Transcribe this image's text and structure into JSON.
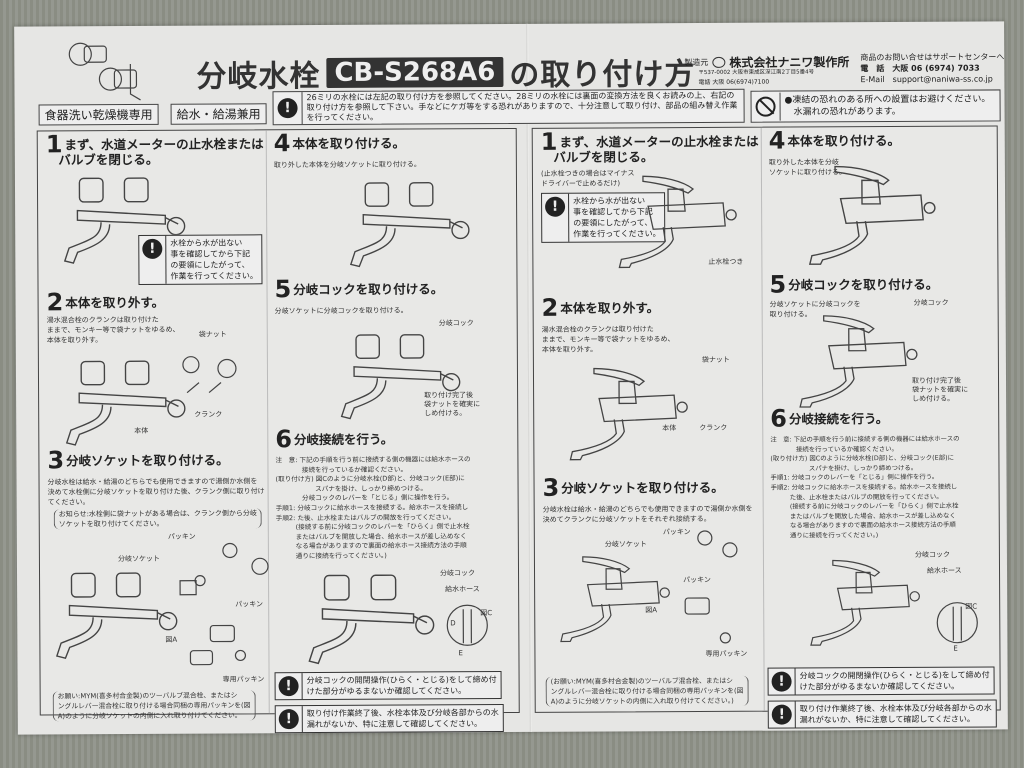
{
  "header": {
    "title": "分岐水栓",
    "model": "CB-S268A6",
    "title_suffix": "の取り付け方",
    "tags": [
      "食器洗い乾燥機専用",
      "給水・給湯兼用"
    ],
    "maker_label": "製造元",
    "maker": "株式会社ナニワ製作所",
    "maker_address": "〒537-0002 大阪市東成区深江南2丁目5番4号",
    "maker_fax": "電話 大阪 06(6974)7100",
    "support_title": "商品のお問い合せはサポートセンターへ",
    "support_phone": "電　話　大阪 06 (6974) 7033",
    "support_email": "E-Mail　support@naniwa-ss.co.jp",
    "notice": "26ミリの水栓には左記の取り付け方を参照してください。28ミリの水栓には裏面の変換方法を良くお読みの上、右記の取り付け方を参照して下さい。手などにケガ等をする恐れがありますので、十分注意して取り付け、部品の組み替え作業を行ってください。",
    "freeze_warning": "●凍結の恐れのある所への設置はお避けください。\n　水漏れの恐れがあります。"
  },
  "left": {
    "s1": {
      "n": "1",
      "t": "まず、水道メーターの止水栓または\n　バルブを閉じる。",
      "warn": "水栓から水が出ない\n事を確認してから下記\nの要領にしたがって、\n作業を行ってください。"
    },
    "s2": {
      "n": "2",
      "t": "本体を取り外す。",
      "b": "湯水混合栓のクランクは取り付けた\nままで、モンキー等で袋ナットをゆるめ、\n本体を取り外す。",
      "l1": "袋ナット",
      "l2": "本体",
      "l3": "クランク"
    },
    "s3": {
      "n": "3",
      "t": "分岐ソケットを取り付ける。",
      "b": "分岐水栓は給水・給湯のどちらでも使用できますので湯側か水側を\n決めて水栓側に分岐ソケットを取り付けた後、クランク側に取り付け\nてください。",
      "info": "お知らせ:水栓側に袋ナットがある場合は、クランク側から分岐\nソケットを取り付けてください。",
      "l1": "パッキン",
      "l2": "分岐ソケット",
      "l3": "パッキン",
      "l4": "図A",
      "l5": "専用パッキン"
    },
    "note": "お願い:MYM(喜多村合金製)のツーバルブ混合栓、またはシ\nングルレバー混合栓に取り付ける場合同梱の専用パッキンを(図\nA)のように分岐ソケットの内側に入れ取り付けてください。",
    "s4": {
      "n": "4",
      "t": "本体を取り付ける。",
      "b": "取り外した本体を分岐ソケットに取り付ける。"
    },
    "s5": {
      "n": "5",
      "t": "分岐コックを取り付ける。",
      "b": "分岐ソケットに分岐コックを取り付ける。",
      "l1": "分岐コック",
      "l2": "取り付け完了後\n袋ナットを確実に\nしめ付ける。"
    },
    "s6": {
      "n": "6",
      "t": "分岐接続を行う。",
      "b": "注　意: 下記の手順を行う前に接続する側の機器には給水ホースの\n　　　　接続を行っているか確認ください。\n(取り付け方) 図Cのように分岐水栓(D部)と、分岐コック(E部)に\n　　　　　　スパナを掛け、しっかり締めつける。\n　　　　分岐コックのレバーを「とじる」側に操作を行う。\n手順1: 分岐コックに給水ホースを接続する。給水ホースを接続し\n手順2: た後、止水栓またはバルブの開放を行ってください。\n　　　(接続する前に分岐コックのレバーを「ひらく」側で止水栓\n　　　またはバルブを開放した場合、給水ホースが差し込めなく\n　　　なる場合がありますので裏面の給水ホース接続方法の手順\n　　　通りに接続を行ってください。)",
      "l1": "分岐コック",
      "l2": "給水ホース",
      "l3": "図C",
      "l4": "D",
      "l5": "E"
    },
    "w1": "分岐コックの開閉操作(ひらく・とじる)をして締め付\nけた部分がゆるまないか確認してください。",
    "w2": "取り付け作業終了後、水栓本体及び分岐各部からの水\n漏れがないか、特に注意して確認してください。"
  },
  "right": {
    "s1": {
      "n": "1",
      "t": "まず、水道メーターの止水栓または\n　バルブを閉じる。",
      "b": "(止水栓つきの場合はマイナス\nドライバーで止めるだけ)",
      "warn": "水栓から水が出ない\n事を確認してから下記\nの要領にしたがって、\n作業を行ってください。",
      "l1": "止水栓つき"
    },
    "s2": {
      "n": "2",
      "t": "本体を取り外す。",
      "b": "湯水混合栓のクランクは取り付けた\nままで、モンキー等で袋ナットをゆるめ、\n本体を取り外す。",
      "l1": "袋ナット",
      "l2": "本体",
      "l3": "クランク"
    },
    "s3": {
      "n": "3",
      "t": "分岐ソケットを取り付ける。",
      "b": "分岐水栓は給水・給湯のどちらでも使用できますので湯側か水側を\n決めてクランクに分岐ソケットをそれぞれ接続する。",
      "l1": "パッキン",
      "l2": "分岐ソケット",
      "l3": "パッキン",
      "l4": "図A",
      "l5": "専用パッキン"
    },
    "note": "(お願い:MYM(喜多村合金製)のツーバルブ混合栓、またはシ\nングルレバー混合栓に取り付ける場合同梱の専用パッキンを(図\nA)のように分岐ソケットの内側に入れ取り付けてください。)",
    "s4": {
      "n": "4",
      "t": "本体を取り付ける。",
      "b": "取り外した本体を分岐\nソケットに取り付ける。"
    },
    "s5": {
      "n": "5",
      "t": "分岐コックを取り付ける。",
      "b": "分岐ソケットに分岐コックを\n取り付ける。",
      "l1": "分岐コック",
      "l2": "取り付け完了後\n袋ナットを確実に\nしめ付ける。"
    },
    "s6": {
      "n": "6",
      "t": "分岐接続を行う。",
      "b": "注　意: 下記の手順を行う前に接続する側の機器には給水ホースの\n　　　　接続を行っているか確認ください。\n(取り付け方) 図Cのように分岐水栓(D部)と、分岐コック(E部)に\n　　　　　　スパナを掛け、しっかり締めつける。\n手順1: 分岐コックのレバーを「とじる」側に操作を行う。\n手順2: 分岐コックに給水ホースを接続する。給水ホースを接続し\n　　　た後、止水栓またはバルブの開放を行ってください。\n　　　(接続する前に分岐コックのレバーを「ひらく」側で止水栓\n　　　またはバルブを開放した場合、給水ホースが差し込めなく\n　　　なる場合がありますので裏面の給水ホース接続方法の手順\n　　　通りに接続を行ってください。)",
      "l1": "分岐コック",
      "l2": "給水ホース",
      "l3": "図C",
      "l4": "E"
    },
    "w1": "分岐コックの開閉操作(ひらく・とじる)をして締め付\nけた部分がゆるまないか確認してください。",
    "w2": "取り付け作業終了後、水栓本体及び分岐各部からの水\n漏れがないか、特に注意して確認してください。"
  }
}
